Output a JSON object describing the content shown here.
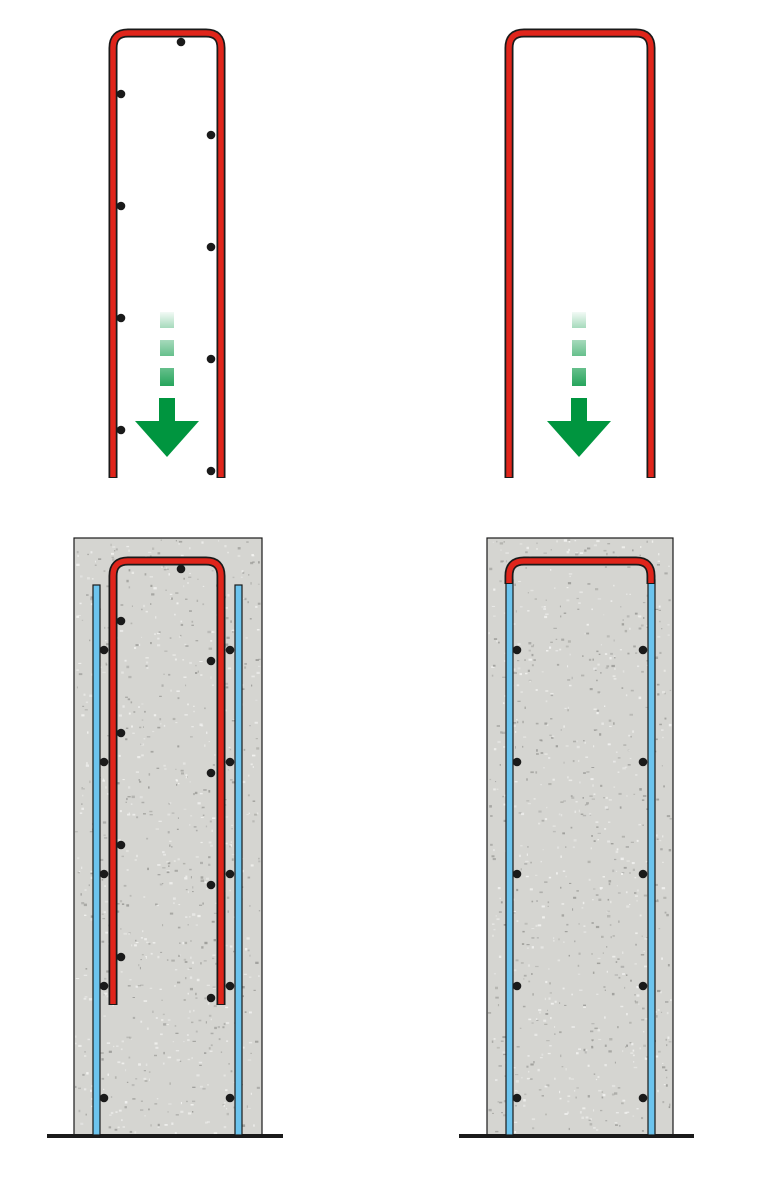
{
  "colors": {
    "stirrup_red": "#e0251b",
    "bar_blue": "#6cc4ee",
    "arrow_green": "#00953f",
    "concrete": "#d5d5d1",
    "outline": "#1a1a1a"
  },
  "panels": [
    {
      "id": "top-left",
      "description_name": "stirrup-with-bars-inserting"
    },
    {
      "id": "top-right",
      "description_name": "stirrup-inserting"
    },
    {
      "id": "bottom-left",
      "description_name": "column-with-overlapping-stirrup"
    },
    {
      "id": "bottom-right",
      "description_name": "column-with-cap-stirrup"
    }
  ]
}
